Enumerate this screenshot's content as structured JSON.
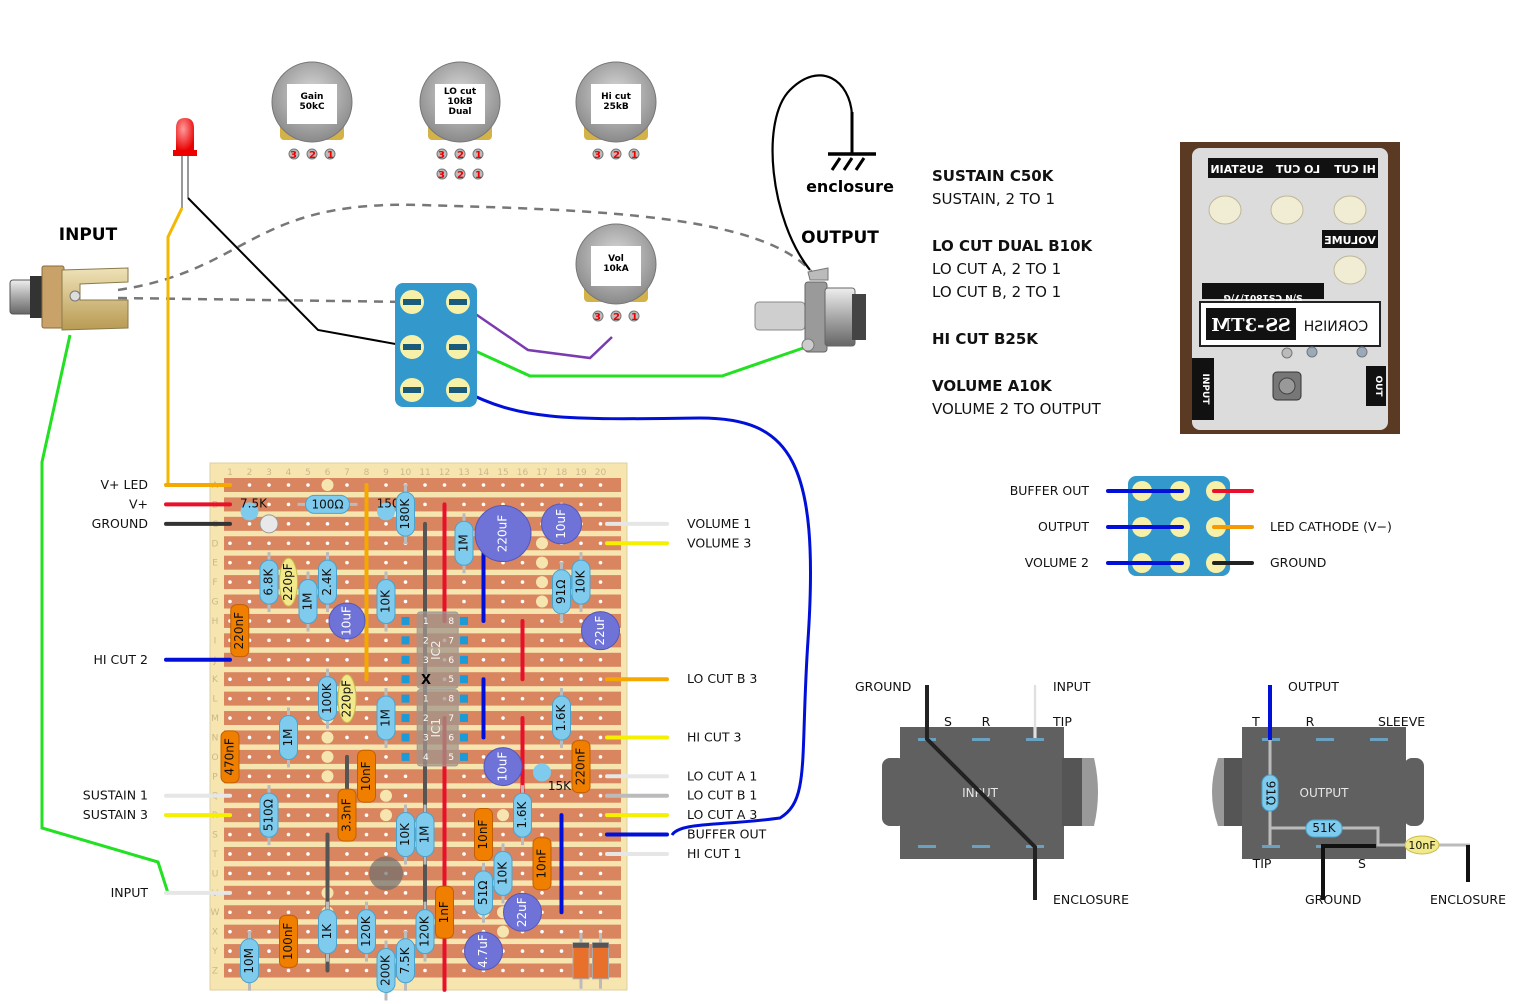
{
  "pots": [
    {
      "id": "gain",
      "line1": "Gain",
      "line2": "50kC",
      "line3": "",
      "pins": [
        "3",
        "2",
        "1"
      ],
      "dual": false
    },
    {
      "id": "locut",
      "line1": "LO cut",
      "line2": "10kB",
      "line3": "Dual",
      "pins": [
        "3",
        "2",
        "1"
      ],
      "dual": true
    },
    {
      "id": "hicut",
      "line1": "Hi cut",
      "line2": "25kB",
      "line3": "",
      "pins": [
        "3",
        "2",
        "1"
      ],
      "dual": false
    },
    {
      "id": "vol",
      "line1": "Vol",
      "line2": "10kA",
      "line3": "",
      "pins": [
        "3",
        "2",
        "1"
      ],
      "dual": false
    }
  ],
  "jacks": {
    "input_title": "INPUT",
    "output_title": "OUTPUT",
    "enclosure_label": "enclosure"
  },
  "notes": [
    {
      "heading": "SUSTAIN C50K",
      "lines": [
        "SUSTAIN, 2 TO 1"
      ]
    },
    {
      "heading": "LO CUT DUAL B10K",
      "lines": [
        "LO CUT A, 2 TO 1",
        "LO CUT B, 2 TO 1"
      ]
    },
    {
      "heading": "HI CUT B25K",
      "lines": []
    },
    {
      "heading": "VOLUME A10K",
      "lines": [
        "VOLUME 2 TO OUTPUT"
      ]
    }
  ],
  "pedal_photo": {
    "labels_top": [
      "HI CUT",
      "LO CUT",
      "SUSTAIN"
    ],
    "label_volume": "VOLUME",
    "brand": "CORNISH",
    "model": "SS-3TM",
    "serial": "S/N CS1801/7/G",
    "side_left": "INPUT",
    "side_right": "OUT"
  },
  "footswitch_legend": {
    "left": [
      "BUFFER OUT",
      "OUTPUT",
      "VOLUME 2"
    ],
    "right": [
      "",
      "LED CATHODE (V−)",
      "GROUND"
    ],
    "right_wire_colors": [
      "#e8102a",
      "#f59a00",
      "#222222"
    ],
    "left_wire_color": "#0010d8"
  },
  "board_left_wires": [
    {
      "label": "V+ LED",
      "color": "#f5a800",
      "row": "A"
    },
    {
      "label": "V+",
      "color": "#e8102a",
      "row": "B"
    },
    {
      "label": "GROUND",
      "color": "#333333",
      "row": "C"
    },
    {
      "label": "HI CUT 2",
      "color": "#0010d8",
      "row": "J"
    },
    {
      "label": "SUSTAIN 1",
      "color": "#ffffff",
      "row": "Q"
    },
    {
      "label": "SUSTAIN 3",
      "color": "#f5f000",
      "row": "R"
    },
    {
      "label": "INPUT",
      "color": "#ffffff",
      "row": "V"
    }
  ],
  "board_right_wires": [
    {
      "label": "VOLUME 1",
      "color": "#ffffff",
      "row": "C"
    },
    {
      "label": "VOLUME 3",
      "color": "#f5f000",
      "row": "D"
    },
    {
      "label": "LO CUT B 3",
      "color": "#f5a800",
      "row": "K"
    },
    {
      "label": "HI CUT 3",
      "color": "#f5f000",
      "row": "N"
    },
    {
      "label": "LO CUT A 1",
      "color": "#ffffff",
      "row": "P"
    },
    {
      "label": "LO CUT B 1",
      "color": "#bbbbbb",
      "row": "Q"
    },
    {
      "label": "LO CUT A 3",
      "color": "#f5f000",
      "row": "R"
    },
    {
      "label": "BUFFER OUT",
      "color": "#0010d8",
      "row": "S"
    },
    {
      "label": "HI CUT 1",
      "color": "#ffffff",
      "row": "T"
    }
  ],
  "board": {
    "columns": [
      "1",
      "2",
      "3",
      "4",
      "5",
      "6",
      "7",
      "8",
      "9",
      "10",
      "11",
      "12",
      "13",
      "14",
      "15",
      "16",
      "17",
      "18",
      "19",
      "20"
    ],
    "rows": [
      "A",
      "B",
      "C",
      "D",
      "E",
      "F",
      "G",
      "H",
      "I",
      "J",
      "K",
      "L",
      "M",
      "N",
      "O",
      "P",
      "Q",
      "R",
      "S",
      "T",
      "U",
      "V",
      "W",
      "X",
      "Y",
      "Z"
    ],
    "ic_labels": [
      "IC2",
      "IC1"
    ],
    "ic_pins_left": [
      "1",
      "2",
      "3",
      "4"
    ],
    "ic_pins_right": [
      "8",
      "7",
      "6",
      "5"
    ],
    "cut_mark": "X",
    "resistors": [
      {
        "value": "7.5K",
        "col": 2,
        "row": 1,
        "vertical": false,
        "small": true
      },
      {
        "value": "100Ω",
        "col": 6,
        "row": 1,
        "vertical": false
      },
      {
        "value": "150K",
        "col": 9,
        "row": 1,
        "vertical": false,
        "small": true
      },
      {
        "value": "180K",
        "col": 10,
        "row": 1.5,
        "vertical": true
      },
      {
        "value": "6.8K",
        "col": 3,
        "row": 5,
        "vertical": true
      },
      {
        "value": "1M",
        "col": 5,
        "row": 6,
        "vertical": true
      },
      {
        "value": "2.4K",
        "col": 6,
        "row": 5,
        "vertical": true
      },
      {
        "value": "10K",
        "col": 9,
        "row": 6,
        "vertical": true
      },
      {
        "value": "1M",
        "col": 13,
        "row": 3,
        "vertical": true
      },
      {
        "value": "91Ω",
        "col": 18,
        "row": 5.5,
        "vertical": true
      },
      {
        "value": "10K",
        "col": 19,
        "row": 5,
        "vertical": true
      },
      {
        "value": "100K",
        "col": 6,
        "row": 11,
        "vertical": true
      },
      {
        "value": "1M",
        "col": 9,
        "row": 12,
        "vertical": true
      },
      {
        "value": "1M",
        "col": 4,
        "row": 13,
        "vertical": true
      },
      {
        "value": "1.6K",
        "col": 18,
        "row": 12,
        "vertical": true
      },
      {
        "value": "510Ω",
        "col": 3,
        "row": 17,
        "vertical": true
      },
      {
        "value": "10K",
        "col": 10,
        "row": 18,
        "vertical": true
      },
      {
        "value": "1M",
        "col": 11,
        "row": 18,
        "vertical": true
      },
      {
        "value": "1.6K",
        "col": 16,
        "row": 17,
        "vertical": true
      },
      {
        "value": "10K",
        "col": 15,
        "row": 20,
        "vertical": true
      },
      {
        "value": "51Ω",
        "col": 14,
        "row": 21,
        "vertical": true
      },
      {
        "value": "1K",
        "col": 6,
        "row": 23,
        "vertical": true
      },
      {
        "value": "120K",
        "col": 8,
        "row": 23,
        "vertical": true
      },
      {
        "value": "120K",
        "col": 11,
        "row": 23,
        "vertical": true
      },
      {
        "value": "7.5K",
        "col": 10,
        "row": 24.5,
        "vertical": true
      },
      {
        "value": "200K",
        "col": 9,
        "row": 25,
        "vertical": true
      },
      {
        "value": "10M",
        "col": 2,
        "row": 24.5,
        "vertical": true
      }
    ],
    "ceramic_caps": [
      {
        "value": "220pF",
        "col": 4,
        "row": 5
      },
      {
        "value": "220pF",
        "col": 7,
        "row": 11
      }
    ],
    "film_caps": [
      {
        "value": "220nF",
        "col": 1.5,
        "row": 7.5
      },
      {
        "value": "470nF",
        "col": 1,
        "row": 14
      },
      {
        "value": "10nF",
        "col": 8,
        "row": 15
      },
      {
        "value": "3.3nF",
        "col": 7,
        "row": 17
      },
      {
        "value": "10nF",
        "col": 14,
        "row": 18
      },
      {
        "value": "220nF",
        "col": 19,
        "row": 14.5
      },
      {
        "value": "10nF",
        "col": 17,
        "row": 19.5
      },
      {
        "value": "1nF",
        "col": 12,
        "row": 22
      },
      {
        "value": "100nF",
        "col": 4,
        "row": 23.5
      }
    ],
    "electrolytics": [
      {
        "value": "220uF",
        "col": 15,
        "row": 2.5,
        "r": 28
      },
      {
        "value": "10uF",
        "col": 18,
        "row": 2,
        "r": 20
      },
      {
        "value": "10uF",
        "col": 7,
        "row": 7,
        "r": 18
      },
      {
        "value": "22uF",
        "col": 20,
        "row": 7.5,
        "r": 19
      },
      {
        "value": "10uF",
        "col": 15,
        "row": 14.5,
        "r": 19
      },
      {
        "value": "22uF",
        "col": 16,
        "row": 22,
        "r": 19
      },
      {
        "value": "4.7uF",
        "col": 14,
        "row": 24,
        "r": 19
      }
    ],
    "trimmer_label": "15K"
  },
  "input_jack_diagram": {
    "title": "INPUT",
    "top_labels": [
      "S",
      "R",
      "TIP"
    ],
    "wire_labels": {
      "ground": "GROUND",
      "input": "INPUT",
      "enclosure": "ENCLOSURE"
    }
  },
  "output_jack_diagram": {
    "title": "OUTPUT",
    "top_labels": [
      "T",
      "R",
      "SLEEVE"
    ],
    "bottom_labels": [
      "TIP",
      "S"
    ],
    "components": [
      "91Ω",
      "51K",
      "10nF"
    ],
    "wire_labels": {
      "output": "OUTPUT",
      "ground": "GROUND",
      "enclosure": "ENCLOSURE"
    }
  }
}
